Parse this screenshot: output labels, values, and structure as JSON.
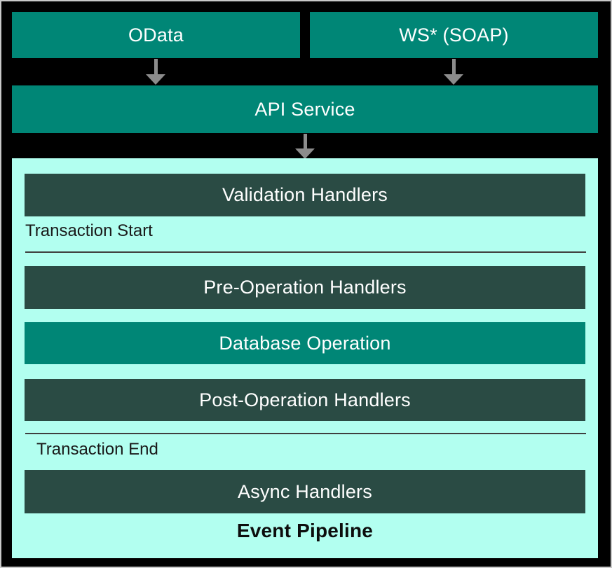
{
  "diagram": {
    "sources": [
      {
        "label": "OData"
      },
      {
        "label": "WS* (SOAP)"
      }
    ],
    "api_service_label": "API Service",
    "pipeline": {
      "title": "Event Pipeline",
      "transaction_start_label": "Transaction Start",
      "transaction_end_label": "Transaction End",
      "stages": [
        {
          "label": "Validation Handlers"
        },
        {
          "label": "Pre-Operation Handlers"
        },
        {
          "label": "Database Operation"
        },
        {
          "label": "Post-Operation Handlers"
        },
        {
          "label": "Async Handlers"
        }
      ]
    },
    "colors": {
      "teal": "#008676",
      "dark_slate": "#2A4B44",
      "panel_cyan": "#B2FFF0",
      "arrow_gray": "#8C8C8C",
      "background": "#000000",
      "frame_border": "#C9C9C9",
      "divider_line": "#3F3F3F",
      "label_light": "#FFFFFF",
      "label_dark": "#1A1A1A"
    }
  }
}
